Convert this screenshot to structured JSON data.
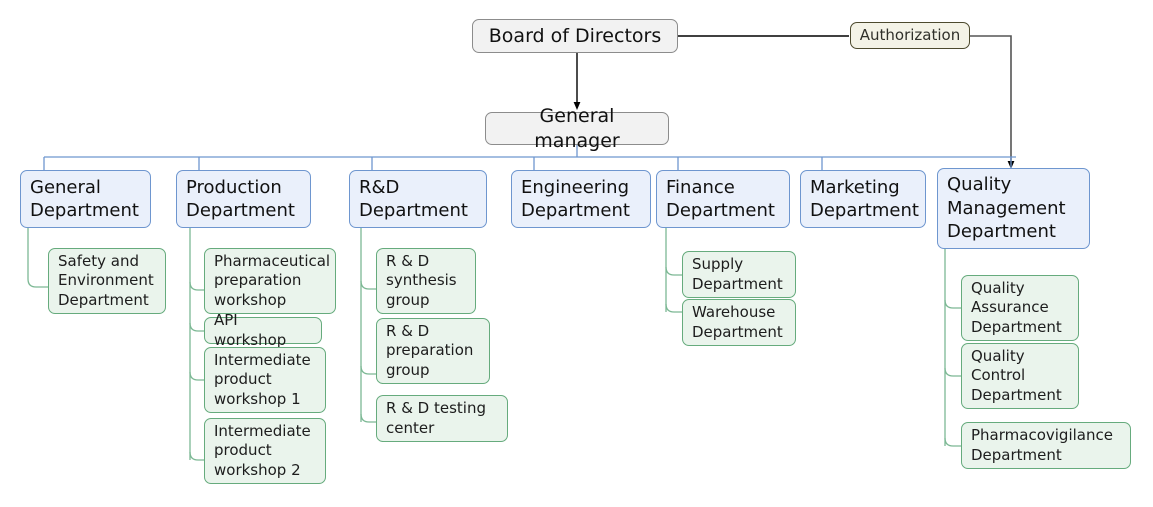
{
  "diagram": {
    "type": "organizational-chart",
    "title": "Pharmaceutical Company Organizational Structure",
    "colors": {
      "root_fill": "#f2f2f2",
      "root_border": "#8c8c8c",
      "authorization_fill": "#f4f3e7",
      "authorization_border": "#4d4a2e",
      "department_fill": "#eaf0fb",
      "department_border": "#6e96cf",
      "subunit_fill": "#eaf4ec",
      "subunit_border": "#66ab7d",
      "arrow": "#000000",
      "connector_blue": "#6e96cf",
      "connector_green": "#7cb894"
    },
    "root": {
      "label": "Board of Directors"
    },
    "authorization": {
      "label": "Authorization"
    },
    "manager": {
      "label": "General manager"
    },
    "departments": [
      {
        "id": "general",
        "label": "General\nDepartment",
        "children": [
          {
            "label": "Safety and\nEnvironment\nDepartment"
          }
        ]
      },
      {
        "id": "production",
        "label": "Production\nDepartment",
        "children": [
          {
            "label": "Pharmaceutical\npreparation\nworkshop"
          },
          {
            "label": "API workshop"
          },
          {
            "label": "Intermediate\nproduct\nworkshop 1"
          },
          {
            "label": "Intermediate\nproduct\nworkshop 2"
          }
        ]
      },
      {
        "id": "rnd",
        "label": "R&D\nDepartment",
        "children": [
          {
            "label": "R & D\nsynthesis\ngroup"
          },
          {
            "label": "R & D\npreparation\ngroup"
          },
          {
            "label": "R & D testing\ncenter"
          }
        ]
      },
      {
        "id": "engineering",
        "label": "Engineering\nDepartment",
        "children": []
      },
      {
        "id": "finance",
        "label": "Finance\nDepartment",
        "children": [
          {
            "label": "Supply\nDepartment"
          },
          {
            "label": "Warehouse\nDepartment"
          }
        ]
      },
      {
        "id": "marketing",
        "label": "Marketing\nDepartment",
        "children": []
      },
      {
        "id": "quality",
        "label": "Quality\nManagement\nDepartment",
        "children": [
          {
            "label": "Quality\nAssurance\nDepartment"
          },
          {
            "label": "Quality\nControl\nDepartment"
          },
          {
            "label": "Pharmacovigilance\nDepartment"
          }
        ]
      }
    ]
  }
}
